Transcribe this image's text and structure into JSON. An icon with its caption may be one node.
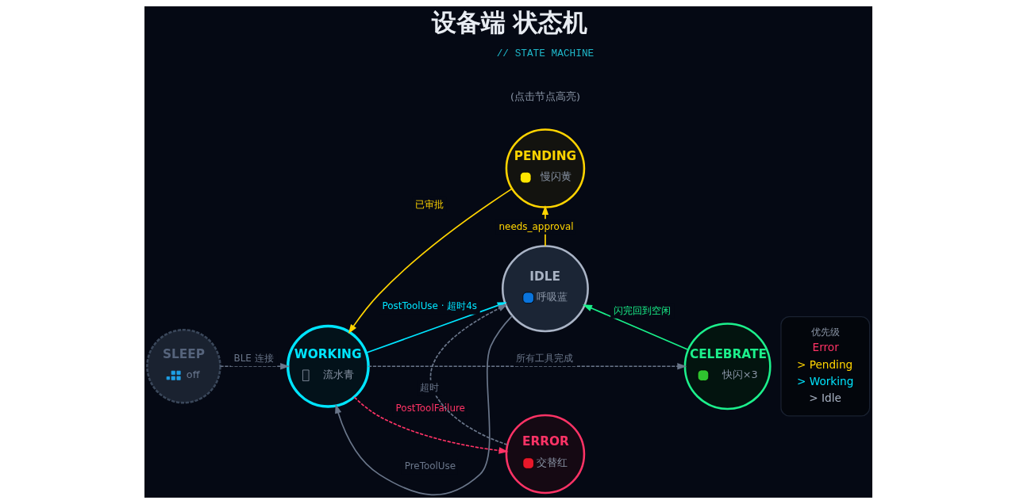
{
  "diagram": {
    "title": "设备端 状态机",
    "nodes": [
      {
        "text": [
          "PENDING",
          "慢闪黄"
        ]
      },
      {
        "text": [
          "SLEEP",
          "off"
        ]
      },
      {
        "text": [
          "WORKING",
          "流水青"
        ]
      },
      {
        "text": [
          "IDLE",
          "呼吸蓝"
        ]
      },
      {
        "text": [
          "CELEBRATE",
          "快闪×3"
        ]
      },
      {
        "text": [
          "ERROR",
          "交替红"
        ]
      },
      {
        "text": [
          "优先级",
          "Error",
          "> Pending",
          "> Working",
          "> Idle"
        ]
      }
    ],
    "edges": [
      {
        "from": 1,
        "to": 2,
        "arrow": "to",
        "label": "BLE 连接",
        "style": "dashed"
      },
      {
        "from": 0,
        "to": 2,
        "arrow": "to",
        "label": "已审批",
        "color": "#ffd400"
      },
      {
        "from": 3,
        "to": 0,
        "arrow": "to",
        "label": "needs_approval",
        "color": "#ffd400"
      },
      {
        "from": 3,
        "to": 2,
        "arrow": "to",
        "label": "PreToolUse"
      },
      {
        "from": 2,
        "to": 4,
        "arrow": "to",
        "label": "所有工具完成",
        "style": "dashed"
      },
      {
        "from": 2,
        "to": 3,
        "arrow": "to",
        "label": "PostToolUse · 超时4s",
        "color": "#00e5ff"
      },
      {
        "from": 4,
        "to": 3,
        "arrow": "to",
        "label": "闪完回到空闲",
        "color": "#19f08a"
      },
      {
        "from": 2,
        "to": 5,
        "arrow": "to",
        "label": "PostToolFailure",
        "style": "dashed",
        "color": "#ff3366"
      },
      {
        "from": 5,
        "to": 3,
        "arrow": "to",
        "label": "超时",
        "style": "dashed"
      }
    ],
    "labels": [
      "// STATE MACHINE",
      "(点击节点高亮)"
    ]
  }
}
